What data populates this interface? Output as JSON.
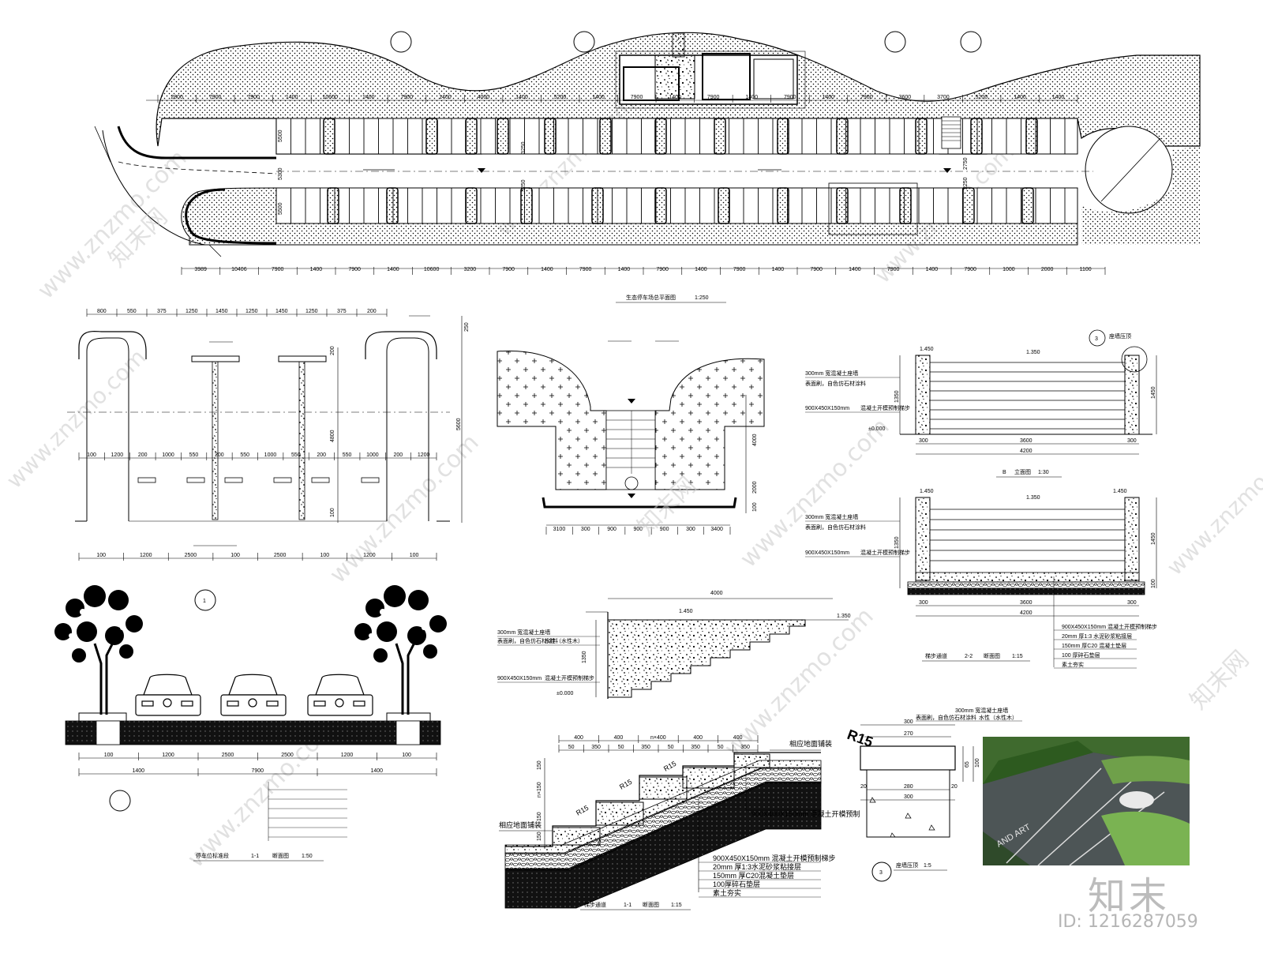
{
  "plan": {
    "title": "生态停车场总平面图",
    "scale": "1:250",
    "dims_top": [
      "2800",
      "7900",
      "7900",
      "1400",
      "10600",
      "1400",
      "7900",
      "1400",
      "4000",
      "1400",
      "5200",
      "1400",
      "7900",
      "1400",
      "7900",
      "1400",
      "7900",
      "1400",
      "7900",
      "3600",
      "3700",
      "5200",
      "1400",
      "1400"
    ],
    "dims_bottom": [
      "3989",
      "10406",
      "7900",
      "1400",
      "7900",
      "1400",
      "10600",
      "3200",
      "7900",
      "1400",
      "7900",
      "1400",
      "7900",
      "1400",
      "7900",
      "1400",
      "7900",
      "1400",
      "7900",
      "1400",
      "7900",
      "1000",
      "2000",
      "1100"
    ],
    "lane_dims": [
      "5500",
      "5300",
      "3250",
      "3250",
      "5500",
      "2750",
      "2250"
    ]
  },
  "section11": {
    "title": "停车位标准段",
    "sub": "1-1",
    "kind": "断面图",
    "scale": "1:50",
    "top_dims": [
      "800",
      "550",
      "375",
      "1250",
      "1450",
      "1250",
      "1450",
      "1250",
      "375",
      "200"
    ],
    "mid_dims": [
      "100",
      "1200",
      "200",
      "1000",
      "550",
      "200",
      "550",
      "1000",
      "550",
      "200",
      "550",
      "1000",
      "200",
      "1200"
    ],
    "bot_dims": [
      "100",
      "1200",
      "2500",
      "100",
      "2500",
      "100",
      "1200",
      "100"
    ],
    "base_dims": [
      "100",
      "1200",
      "2500",
      "2500",
      "1200",
      "100"
    ],
    "base_total": [
      "1400",
      "7900",
      "1400"
    ],
    "side_dims": [
      "250",
      "200",
      "5600",
      "4800",
      "100"
    ],
    "marker": "1"
  },
  "stair_plan": {
    "dims": [
      "3100",
      "300",
      "900",
      "900",
      "900",
      "300",
      "3400"
    ],
    "side": [
      "4000",
      "2000",
      "100"
    ]
  },
  "elev_b": {
    "title": "B",
    "kind": "立面图",
    "scale": "1:30",
    "dims": [
      "300",
      "3600",
      "300"
    ],
    "total": "4200",
    "heights": [
      "1350",
      "1450"
    ],
    "levels": [
      "1.450",
      "1.350",
      "±0.000"
    ],
    "notes": [
      "300mm 宽混凝土座墙",
      "表面刷，自色仿石材涂料",
      "900X450X150mm",
      "混凝土开模预制梯步"
    ],
    "marker": "3",
    "marker_note": "座墙压顶"
  },
  "section22": {
    "title": "梯步通道",
    "sub": "2-2",
    "kind": "断面图",
    "scale": "1:15",
    "dims": [
      "300",
      "3600",
      "300"
    ],
    "total": "4200",
    "heights": [
      "1350",
      "1450",
      "100"
    ],
    "levels": [
      "1.450",
      "1.350"
    ],
    "layers": [
      "900X450X150mm 混凝土开模预制梯步",
      "20mm 厚1:3 水泥砂浆粘接层",
      "150mm 厚C20 混凝土垫层",
      "100 厚碎石垫层",
      "素土夯实"
    ]
  },
  "stair_section": {
    "title": "梯步通道",
    "sub": "1-1",
    "kind": "断面图",
    "scale": "1:15",
    "top_dim": "4000",
    "height": "1350",
    "levels": [
      "1.450",
      "1.350",
      "±0.000"
    ],
    "notes": [
      "300mm 宽混凝土座墙",
      "表面刷，自色仿石材涂料",
      "水性（水性木）",
      "900X450X150mm",
      "混凝土开模预制梯步"
    ]
  },
  "step_detail": {
    "dims_top": [
      "400",
      "400",
      "n×400",
      "400",
      "400"
    ],
    "dims_sub": [
      "50",
      "350",
      "50",
      "350",
      "50",
      "350",
      "50",
      "350"
    ],
    "heights": [
      "150",
      "150",
      "n×150",
      "150"
    ],
    "radius": "R15",
    "top_label": "相应地面铺装",
    "right_label": "900X400X150mm 混凝土开模预制",
    "left_label": "相应地面铺装",
    "layers": [
      "900X450X150mm 混凝土开模预制梯步",
      "20mm 厚1:3水泥砂浆粘接层",
      "150mm 厚C20混凝土垫层",
      "100厚碎石垫层",
      "素土夯实"
    ]
  },
  "coping": {
    "title": "座墙压顶",
    "scale": "1:5",
    "marker": "3",
    "radius": "R15",
    "dims": [
      "300",
      "270",
      "20",
      "280",
      "20",
      "300"
    ],
    "heights": [
      "65",
      "100"
    ],
    "notes": [
      "300mm 宽混凝土座墙",
      "表面刷，自色仿石材涂料",
      "水性（水性木）"
    ]
  },
  "photo": {
    "road_text": "AND ART"
  },
  "watermark": {
    "site": "www.znzmo.com",
    "brand": "知末网",
    "logo": "知末",
    "id": "ID: 1216287059"
  }
}
